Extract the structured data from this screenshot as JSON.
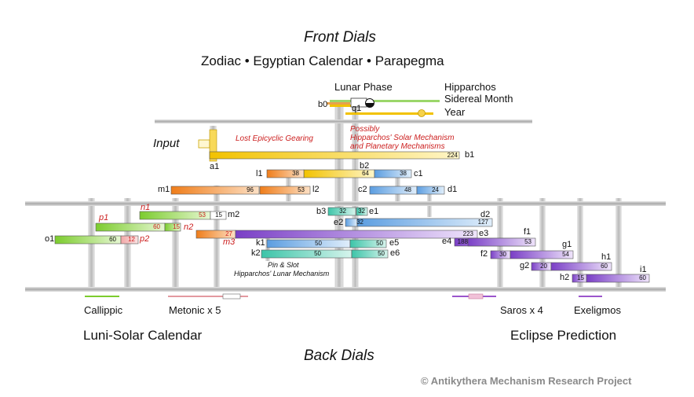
{
  "titles": {
    "front": "Front Dials",
    "front_sub": "Zodiac • Egyptian Calendar • Parapegma",
    "back": "Back Dials",
    "copyright": "© Antikythera Mechanism Research Project"
  },
  "labels": {
    "lunar_phase": "Lunar Phase",
    "hipparchos": "Hipparchos",
    "sidereal_month": "Sidereal Month",
    "year": "Year",
    "input": "Input",
    "lost_epicyclic": "Lost Epicyclic Gearing",
    "possibly_1": "Possibly",
    "possibly_2": "Hipparchos' Solar Mechanism",
    "possibly_3": "and Planetary Mechanisms",
    "pin_slot_1": "Pin & Slot",
    "pin_slot_2": "Hipparchos' Lunar Mechanism",
    "callippic": "Callippic",
    "metonic": "Metonic x 5",
    "saros": "Saros x 4",
    "exeligmos": "Exeligmos",
    "luni_solar": "Luni-Solar Calendar",
    "eclipse": "Eclipse Prediction"
  },
  "colors": {
    "yellow": "#f2c200",
    "orange": "#ef7d1a",
    "green": "#7ccc2e",
    "cyan": "#3cc4a8",
    "blue": "#5b9de0",
    "purple": "#8a55cc",
    "red_text": "#cc1f1f",
    "plate": "#b5b5b5"
  },
  "gears": [
    {
      "id": "b0",
      "label": "b0",
      "teeth": ""
    },
    {
      "id": "q1",
      "label": "q1",
      "teeth": ""
    },
    {
      "id": "a1",
      "label": "a1",
      "teeth": ""
    },
    {
      "id": "b1",
      "label": "b1",
      "teeth": "224"
    },
    {
      "id": "b2",
      "label": "b2",
      "teeth": "64"
    },
    {
      "id": "l1",
      "label": "l1",
      "teeth": "38"
    },
    {
      "id": "c1",
      "label": "c1",
      "teeth": "38"
    },
    {
      "id": "m1",
      "label": "m1",
      "teeth": "96"
    },
    {
      "id": "l2",
      "label": "l2",
      "teeth": "53"
    },
    {
      "id": "c2",
      "label": "c2",
      "teeth": "48"
    },
    {
      "id": "d1",
      "label": "d1",
      "teeth": "24"
    },
    {
      "id": "n1",
      "label": "n1",
      "teeth": "53"
    },
    {
      "id": "m2",
      "label": "m2",
      "teeth": "15"
    },
    {
      "id": "p1",
      "label": "p1",
      "teeth": "60"
    },
    {
      "id": "n2",
      "label": "n2",
      "teeth": "15"
    },
    {
      "id": "o1",
      "label": "o1",
      "teeth": "60"
    },
    {
      "id": "p2",
      "label": "p2",
      "teeth": "12"
    },
    {
      "id": "m3",
      "label": "m3",
      "teeth": "27"
    },
    {
      "id": "b3",
      "label": "b3",
      "teeth": "32"
    },
    {
      "id": "e1",
      "label": "e1",
      "teeth": "32"
    },
    {
      "id": "e2",
      "label": "e2",
      "teeth": "32"
    },
    {
      "id": "d2",
      "label": "d2",
      "teeth": "127"
    },
    {
      "id": "e3",
      "label": "e3",
      "teeth": "223"
    },
    {
      "id": "e4",
      "label": "e4",
      "teeth": "188"
    },
    {
      "id": "f1",
      "label": "f1",
      "teeth": "53"
    },
    {
      "id": "k1",
      "label": "k1",
      "teeth": "50"
    },
    {
      "id": "e5",
      "label": "e5",
      "teeth": "50"
    },
    {
      "id": "k2",
      "label": "k2",
      "teeth": "50"
    },
    {
      "id": "e6",
      "label": "e6",
      "teeth": "50"
    },
    {
      "id": "f2",
      "label": "f2",
      "teeth": "30"
    },
    {
      "id": "g1",
      "label": "g1",
      "teeth": "54"
    },
    {
      "id": "g2",
      "label": "g2",
      "teeth": "20"
    },
    {
      "id": "h1",
      "label": "h1",
      "teeth": "60"
    },
    {
      "id": "h2",
      "label": "h2",
      "teeth": "15"
    },
    {
      "id": "i1",
      "label": "i1",
      "teeth": "60"
    }
  ]
}
